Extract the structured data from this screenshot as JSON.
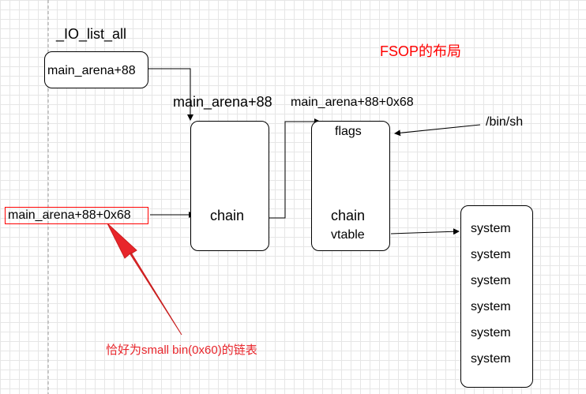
{
  "labels": {
    "io_list_all": "_IO_list_all",
    "title": "FSOP的布局",
    "top_label_left": "main_arena+88",
    "top_label_right": "main_arena+88+0x68",
    "binsh": "/bin/sh",
    "annotation": "恰好为small bin(0x60)的链表"
  },
  "boxes": {
    "io_list_all_value": "main_arena+88",
    "smallbin_entry": "main_arena+88+0x68",
    "chunk1_field": "chain",
    "chunk2_flags": "flags",
    "chunk2_chain": "chain",
    "chunk2_vtable": "vtable"
  },
  "vtable_entries": [
    "system",
    "system",
    "system",
    "system",
    "system",
    "system"
  ],
  "colors": {
    "accent_red": "#ff0000",
    "line": "#000000",
    "annotation_red": "#e8252b"
  }
}
